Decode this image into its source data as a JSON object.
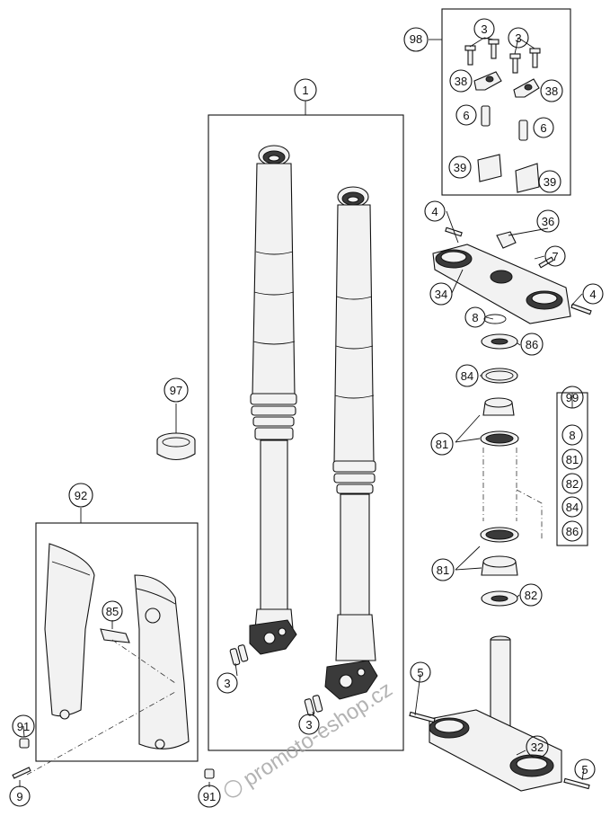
{
  "callouts": [
    {
      "label": "98",
      "role": "assembly"
    },
    {
      "label": "3"
    },
    {
      "label": "3"
    },
    {
      "label": "38"
    },
    {
      "label": "38"
    },
    {
      "label": "6"
    },
    {
      "label": "6"
    },
    {
      "label": "39"
    },
    {
      "label": "39"
    },
    {
      "label": "1"
    },
    {
      "label": "4"
    },
    {
      "label": "36"
    },
    {
      "label": "7"
    },
    {
      "label": "34"
    },
    {
      "label": "4"
    },
    {
      "label": "8"
    },
    {
      "label": "86"
    },
    {
      "label": "84"
    },
    {
      "label": "99"
    },
    {
      "label": "8"
    },
    {
      "label": "81"
    },
    {
      "label": "82"
    },
    {
      "label": "84"
    },
    {
      "label": "86"
    },
    {
      "label": "81"
    },
    {
      "label": "81"
    },
    {
      "label": "82"
    },
    {
      "label": "97"
    },
    {
      "label": "92"
    },
    {
      "label": "85"
    },
    {
      "label": "3"
    },
    {
      "label": "3"
    },
    {
      "label": "5"
    },
    {
      "label": "32"
    },
    {
      "label": "5"
    },
    {
      "label": "91"
    },
    {
      "label": "9"
    },
    {
      "label": "91"
    }
  ],
  "watermark": "promoto-eshop.cz"
}
